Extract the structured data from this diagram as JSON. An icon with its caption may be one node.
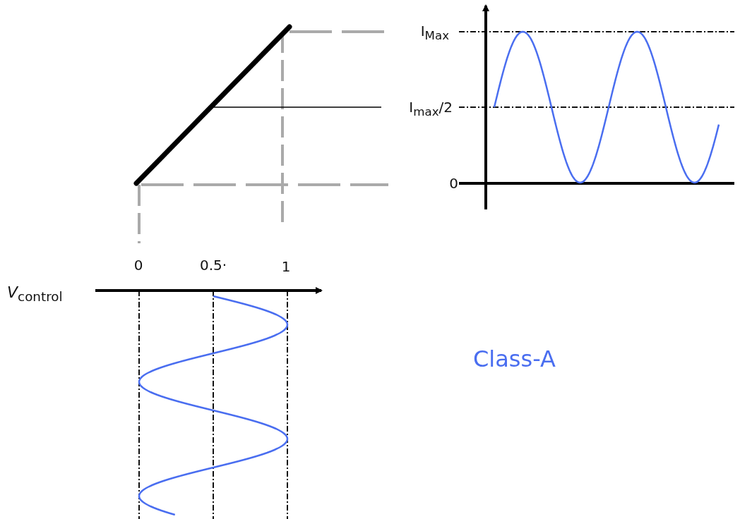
{
  "diagram": {
    "labels": [
      "I$_{Max}$",
      "I$_{max}$/2",
      "0",
      "0",
      "0.5·",
      "1",
      "*V*$_{control}$",
      "Class-A"
    ]
  }
}
